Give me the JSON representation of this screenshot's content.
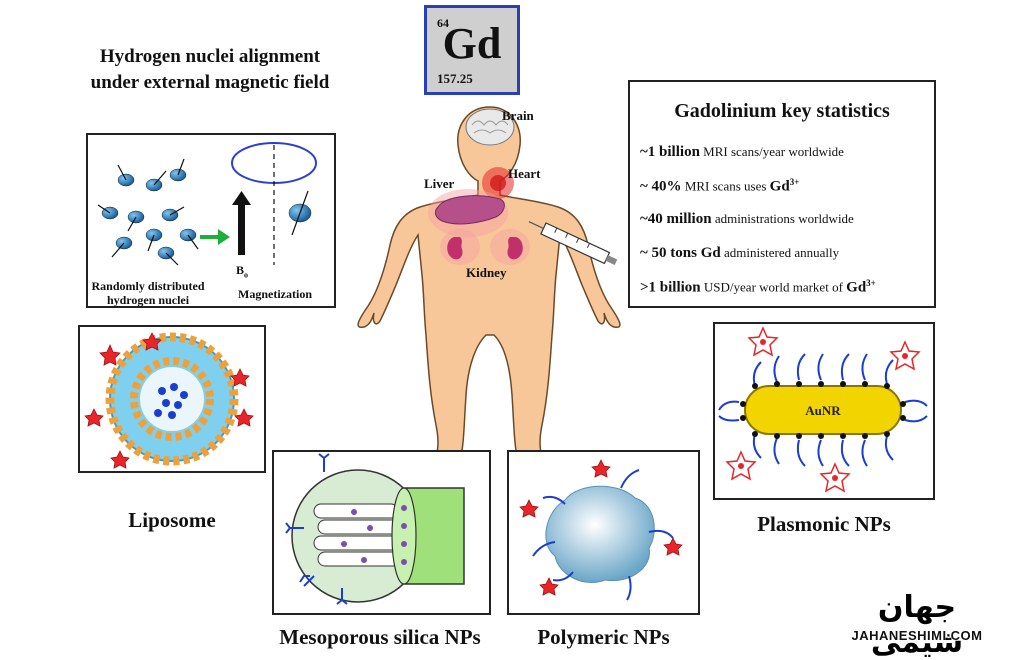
{
  "header": {
    "title_line1": "Hydrogen nuclei alignment",
    "title_line2": "under external magnetic field"
  },
  "element": {
    "atomic_number": "64",
    "symbol": "Gd",
    "mass": "157.25"
  },
  "organs": {
    "brain": "Brain",
    "heart": "Heart",
    "liver": "Liver",
    "kidney": "Kidney"
  },
  "magnet_panel": {
    "random_label_line1": "Randomly distributed",
    "random_label_line2": "hydrogen nuclei",
    "field_label": "B",
    "field_sub": "o",
    "magnetization_label": "Magnetization"
  },
  "stats": {
    "title": "Gadolinium key statistics",
    "rows": [
      {
        "bold": "~1 billion",
        "text": " MRI scans/year worldwide",
        "tail": ""
      },
      {
        "bold": "~ 40%",
        "text": " MRI scans uses ",
        "tail": "Gd"
      },
      {
        "bold": "~40 million",
        "text": " administrations worldwide",
        "tail": ""
      },
      {
        "bold": "~ 50 tons Gd",
        "text": " administered annually",
        "tail": ""
      },
      {
        "bold": ">1 billion",
        "text": " USD/year world market of ",
        "tail": "Gd"
      }
    ],
    "ion_charge": "3+"
  },
  "nanoparticles": {
    "liposome": "Liposome",
    "mesoporous": "Mesoporous silica NPs",
    "polymeric": "Polymeric NPs",
    "plasmonic": "Plasmonic NPs",
    "aunr": "AuNR"
  },
  "logo": {
    "persian": "جهان شیمی",
    "latin": "JAHANESHIMI.COM"
  },
  "colors": {
    "gd_border": "#2b3fb5",
    "gd_fill": "#cfcfcf",
    "skin": "#f7c79a",
    "star": "#e8262a",
    "gold": "#f2d400"
  }
}
